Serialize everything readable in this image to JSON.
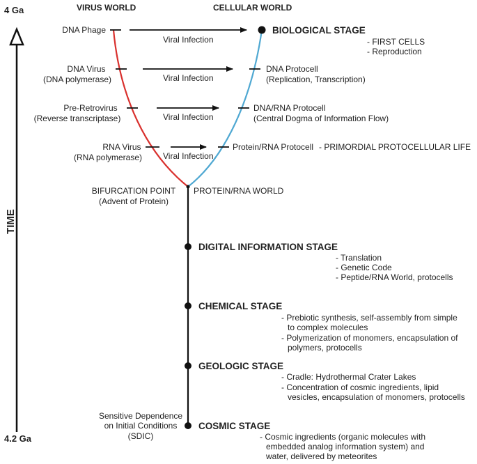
{
  "time_axis": {
    "top_label": "4 Ga",
    "bottom_label": "4.2 Ga",
    "axis_label": "TIME"
  },
  "headers": {
    "virus_world": "VIRUS WORLD",
    "cellular_world": "CELLULAR WORLD"
  },
  "virus_row": {
    "r1_l1": "DNA Phage",
    "r2_l1": "DNA Virus",
    "r2_l2": "(DNA polymerase)",
    "r3_l1": "Pre-Retrovirus",
    "r3_l2": "(Reverse transcriptase)",
    "r4_l1": "RNA Virus",
    "r4_l2": "(RNA polymerase)"
  },
  "viral_infection": "Viral Infection",
  "cell_row": {
    "r1_stage": "BIOLOGICAL STAGE",
    "r1_b1": "- FIRST CELLS",
    "r1_b2": "- Reproduction",
    "r2_l1": "DNA Protocell",
    "r2_l2": "(Replication, Transcription)",
    "r3_l1": "DNA/RNA Protocell",
    "r3_l2": "(Central Dogma of Information Flow)",
    "r4_l1": "Protein/RNA Protocell",
    "r4_extra": "- PRIMORDIAL PROTOCELLULAR LIFE"
  },
  "bifurcation": {
    "l1": "BIFURCATION POINT",
    "l2": "(Advent of Protein)",
    "right": "PROTEIN/RNA WORLD"
  },
  "digital": {
    "title": "DIGITAL INFORMATION STAGE",
    "b1": "- Translation",
    "b2": "- Genetic Code",
    "b3": "- Peptide/RNA World, protocells"
  },
  "chemical": {
    "title": "CHEMICAL STAGE",
    "b1": "- Prebiotic synthesis, self-assembly from simple",
    "b1b": "to complex molecules",
    "b2": "- Polymerization of monomers, encapsulation of",
    "b2b": "polymers, protocells"
  },
  "geologic": {
    "title": "GEOLOGIC STAGE",
    "b1": "- Cradle: Hydrothermal Crater Lakes",
    "b2": "- Concentration of cosmic ingredients, lipid",
    "b2b": "vesicles, encapsulation of monomers, protocells"
  },
  "cosmic": {
    "title": "COSMIC STAGE",
    "left1": "Sensitive Dependence",
    "left2": "on Initial Conditions",
    "left3": "(SDIC)",
    "b1": "- Cosmic ingredients (organic molecules with",
    "b1b": "embedded analog information system) and",
    "b1c": "water, delivered by meteorites"
  },
  "colors": {
    "virus_branch": "#d9312e",
    "cell_branch": "#4fa8d2",
    "trunk": "#111111",
    "text": "#222222"
  }
}
